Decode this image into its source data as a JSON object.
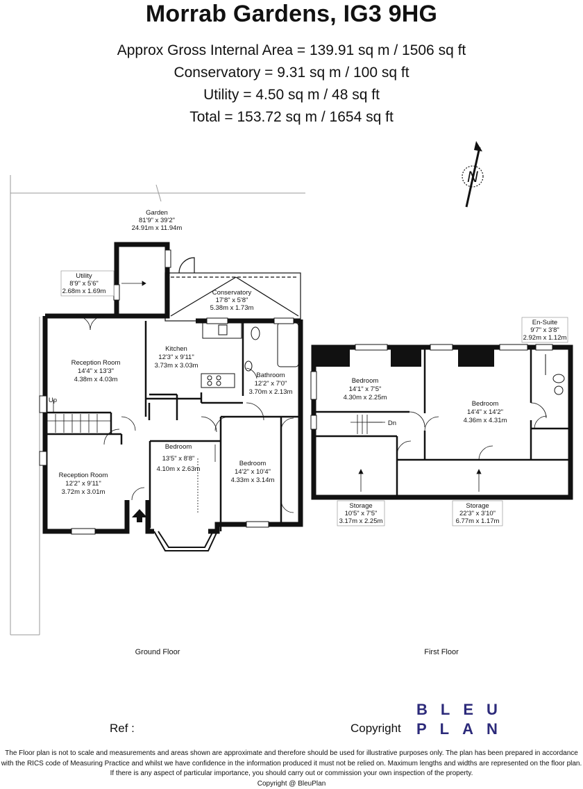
{
  "header": {
    "title": "Morrab Gardens, IG3 9HG",
    "areas": [
      "Approx Gross Internal Area = 139.91 sq m / 1506 sq ft",
      "Conservatory = 9.31 sq m / 100 sq ft",
      "Utility = 4.50 sq m / 48 sq ft",
      "Total = 153.72 sq m / 1654 sq ft"
    ]
  },
  "compass": {
    "label": "N"
  },
  "ground_floor": {
    "label": "Ground Floor",
    "up_label": "Up",
    "rooms": {
      "garden": {
        "name": "Garden",
        "imperial": "81'9\" x 39'2\"",
        "metric": "24.91m x 11.94m"
      },
      "utility": {
        "name": "Utility",
        "imperial": "8'9\" x 5'6\"",
        "metric": "2.68m x 1.69m"
      },
      "conservatory": {
        "name": "Conservatory",
        "imperial": "17'8\" x 5'8\"",
        "metric": "5.38m x 1.73m"
      },
      "kitchen": {
        "name": "Kitchen",
        "imperial": "12'3\" x 9'11\"",
        "metric": "3.73m x 3.03m"
      },
      "bathroom": {
        "name": "Bathroom",
        "imperial": "12'2\" x 7'0\"",
        "metric": "3.70m x 2.13m"
      },
      "reception1": {
        "name": "Reception Room",
        "imperial": "14'4\" x 13'3\"",
        "metric": "4.38m x 4.03m"
      },
      "reception2": {
        "name": "Reception Room",
        "imperial": "12'2\" x 9'11\"",
        "metric": "3.72m x 3.01m"
      },
      "bedroom1": {
        "name": "Bedroom",
        "imperial": "13'5\" x 8'8\"",
        "metric": "4.10m x 2.63m"
      },
      "bedroom2": {
        "name": "Bedroom",
        "imperial": "14'2\" x 10'4\"",
        "metric": "4.33m x 3.14m"
      }
    }
  },
  "first_floor": {
    "label": "First Floor",
    "dn_label": "Dn",
    "rooms": {
      "ensuite": {
        "name": "En-Suite",
        "imperial": "9'7\" x 3'8\"",
        "metric": "2.92m x 1.12m"
      },
      "bedroom1": {
        "name": "Bedroom",
        "imperial": "14'1\" x 7'5\"",
        "metric": "4.30m x 2.25m"
      },
      "bedroom2": {
        "name": "Bedroom",
        "imperial": "14'4\" x 14'2\"",
        "metric": "4.36m x 4.31m"
      },
      "storage1": {
        "name": "Storage",
        "imperial": "10'5\" x 7'5\"",
        "metric": "3.17m x 2.25m"
      },
      "storage2": {
        "name": "Storage",
        "imperial": "22'3\" x 3'10\"",
        "metric": "6.77m x 1.17m"
      }
    }
  },
  "footer": {
    "ref_label": "Ref  :",
    "copyright_label": "Copyright",
    "logo_line1": "BLEU",
    "logo_line2": "PLAN",
    "disclaimer": [
      "The Floor plan is not to scale and measurements and areas shown are approximate and therefore should be used for illustrative purposes only. The plan has been prepared in accordance",
      "with the RICS code of Measuring Practice and whilst we have confidence in the information produced it must not be relied on. Maximum lengths and widths are represented on the floor plan.",
      "If there is any aspect of particular importance, you should carry out or commission your own inspection of the property.",
      "Copyright @ BleuPlan"
    ],
    "logo_color": "#2c2a7a"
  }
}
